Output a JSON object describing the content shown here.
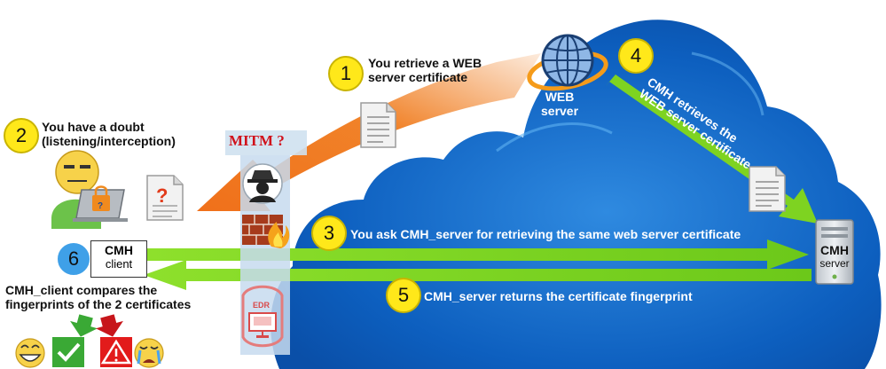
{
  "steps": {
    "s1": {
      "num": "1",
      "text": "You retrieve a WEB\nserver certificate"
    },
    "s2": {
      "num": "2",
      "text": "You have a doubt\n(listening/interception)"
    },
    "s3": {
      "num": "3",
      "text": "You ask CMH_server for retrieving the same web server certificate"
    },
    "s4": {
      "num": "4",
      "text": "CMH retrieves the\nWEB server certificate"
    },
    "s5": {
      "num": "5",
      "text": "CMH_server returns the certificate fingerprint"
    },
    "s6": {
      "num": "6",
      "text": "CMH_client compares the\nfingerprints of the 2 certificates"
    }
  },
  "labels": {
    "mitm": "MITM ?",
    "web_server": "WEB\nserver",
    "cmh_client_title": "CMH",
    "cmh_client_sub": "client",
    "cmh_server_title": "CMH",
    "cmh_server_sub": "server",
    "edr": "EDR"
  },
  "colors": {
    "cloud": "#0b63c4",
    "cloud_light": "#49a3ef",
    "green_arrow": "#7ed321",
    "orange_arrow": "#f07c1e",
    "badge_yellow": "#ffe81a",
    "mitm_red": "#d0111b",
    "check_green": "#3aa935",
    "warn_red": "#e21b1b"
  },
  "icons": [
    "globe-icon",
    "document-icon",
    "doubt-document-icon",
    "hacker-icon",
    "firewall-icon",
    "edr-icon",
    "server-icon",
    "user-laptop-icon",
    "check-icon",
    "warning-icon",
    "happy-face-icon",
    "crying-face-icon"
  ]
}
